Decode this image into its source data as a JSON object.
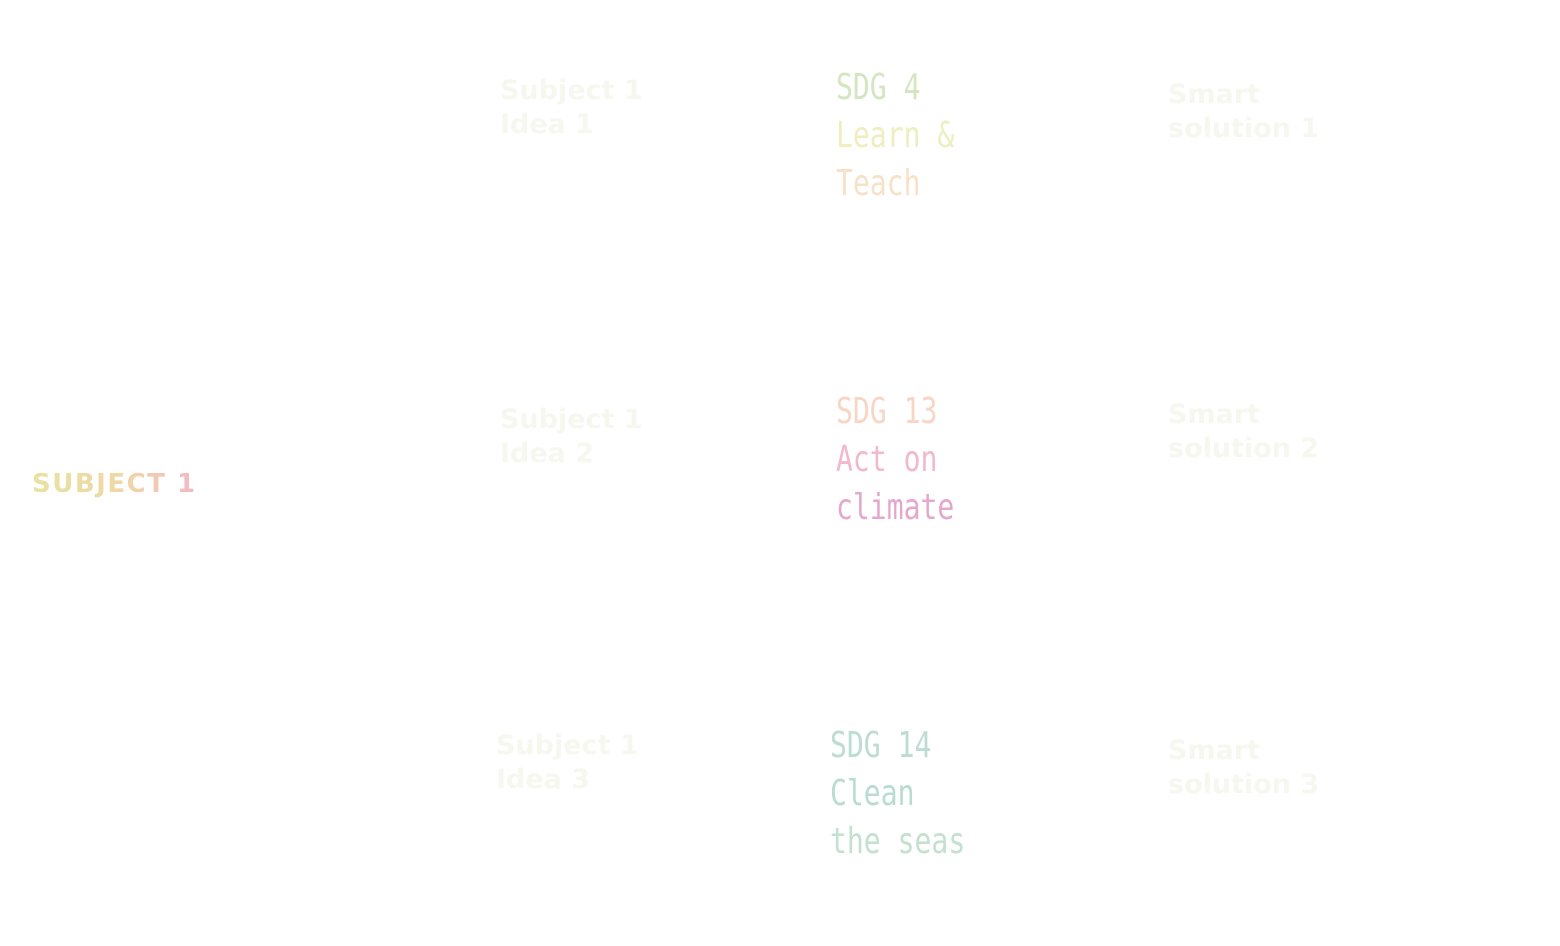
{
  "subject": {
    "label": "SUBJECT 1"
  },
  "ideas": [
    {
      "line1": "Subject 1",
      "line2": "Idea 1"
    },
    {
      "line1": "Subject 1",
      "line2": "Idea 2"
    },
    {
      "line1": "Subject 1",
      "line2": "Idea 3"
    }
  ],
  "sdgs": [
    {
      "code": "SDG 4",
      "line2": "Learn &",
      "line3": "Teach"
    },
    {
      "code": "SDG 13",
      "line2": "Act on",
      "line3": "climate"
    },
    {
      "code": "SDG 14",
      "line2": "Clean",
      "line3": "the seas"
    }
  ],
  "solutions": [
    {
      "line1": "Smart",
      "line2": "solution 1"
    },
    {
      "line1": "Smart",
      "line2": "solution 2"
    },
    {
      "line1": "Smart",
      "line2": "solution 3"
    }
  ],
  "colors": {
    "background": "#ffffff",
    "faint_text": "#f6f8ef",
    "sdg4": [
      "#d3e6c0",
      "#eeeec0",
      "#f7e1c7"
    ],
    "sdg13": [
      "#f8d6c6",
      "#f2b9cb",
      "#e4a8cd"
    ],
    "sdg14": [
      "#bcdcd4",
      "#b8dcd2",
      "#c3e1cf"
    ]
  }
}
